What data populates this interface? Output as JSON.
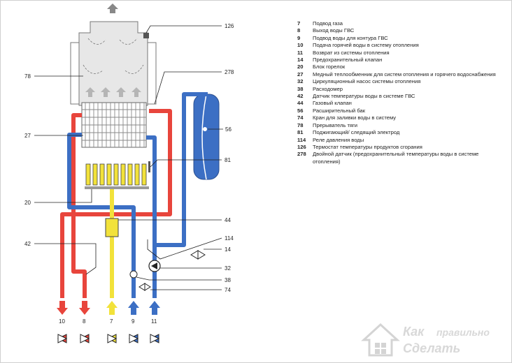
{
  "callouts": {
    "c126": "126",
    "c78": "78",
    "c278": "278",
    "c27": "27",
    "c56": "56",
    "c81": "81",
    "c20": "20",
    "c44": "44",
    "c42": "42",
    "c114": "114",
    "c14": "14",
    "c32": "32",
    "c38": "38",
    "c74": "74"
  },
  "pipes": {
    "p10": "10",
    "p8": "8",
    "p7": "7",
    "p9": "9",
    "p11": "11"
  },
  "legend": [
    {
      "num": "7",
      "text": "Подвод газа"
    },
    {
      "num": "8",
      "text": "Выход воды ГВС"
    },
    {
      "num": "9",
      "text": "Подвод воды для контура ГВС"
    },
    {
      "num": "10",
      "text": "Подача горячей воды в систему отопления"
    },
    {
      "num": "11",
      "text": "Возврат из системы отопления"
    },
    {
      "num": "14",
      "text": "Предохранительный клапан"
    },
    {
      "num": "20",
      "text": "Блок горелок"
    },
    {
      "num": "27",
      "text": "Медный теплообменник для систем отопления и горячего водоснабжения"
    },
    {
      "num": "32",
      "text": "Циркуляционный насос системы отопления"
    },
    {
      "num": "38",
      "text": "Расходомер"
    },
    {
      "num": "42",
      "text": "Датчик температуры воды в системе ГВС"
    },
    {
      "num": "44",
      "text": "Газовый клапан"
    },
    {
      "num": "56",
      "text": "Расширительный бак"
    },
    {
      "num": "74",
      "text": "Кран для заливки воды в систему"
    },
    {
      "num": "78",
      "text": "Прерыватель тяги"
    },
    {
      "num": "81",
      "text": "Поджигающий/ следящий электрод"
    },
    {
      "num": "114",
      "text": "Реле давления воды"
    },
    {
      "num": "126",
      "text": "Термостат температуры продуктов сгорания"
    },
    {
      "num": "278",
      "text": "Двойной датчик (предохранительный температуры воды в системе отопления)"
    }
  ],
  "watermark": {
    "line1": "Как",
    "line2": "правильно",
    "line3": "Сделать"
  },
  "colors": {
    "hot": "#e8453c",
    "cold": "#3c6fc4",
    "gas": "#f2e23a",
    "grey": "#c8c8c8"
  }
}
